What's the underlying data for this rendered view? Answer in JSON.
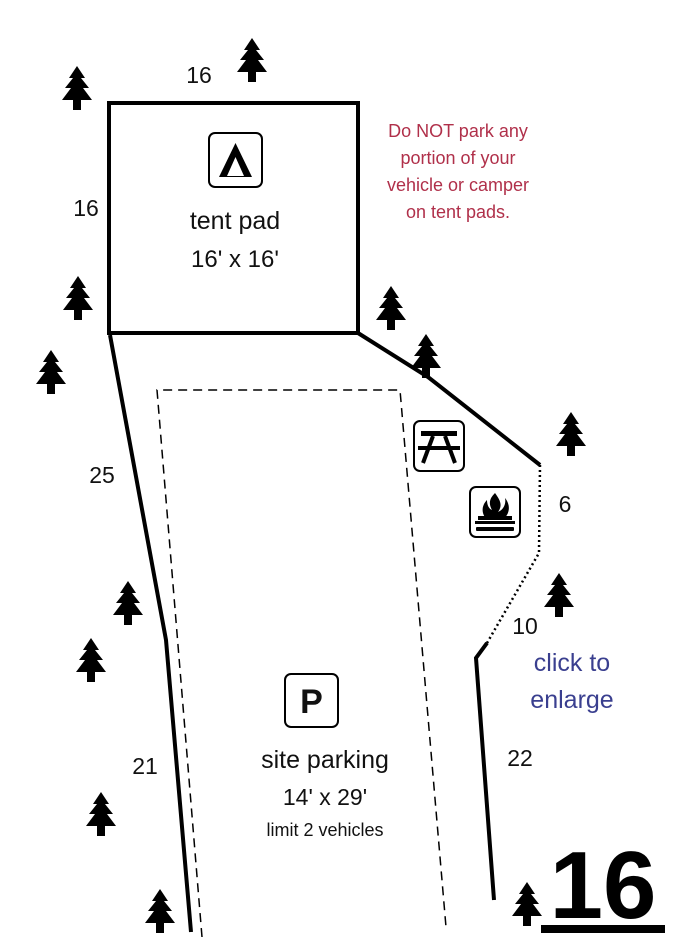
{
  "dimensions": {
    "tent_pad_top": "16",
    "tent_pad_left": "16",
    "left_upper": "25",
    "left_lower": "21",
    "right_fire": "6",
    "right_mid": "10",
    "right_lower": "22"
  },
  "tent_pad": {
    "label": "tent pad",
    "size": "16' x 16'"
  },
  "warning": {
    "line1": "Do NOT park any",
    "line2": "portion of your",
    "line3": "vehicle or camper",
    "line4": "on tent pads."
  },
  "enlarge": {
    "line1": "click to",
    "line2": "enlarge"
  },
  "parking": {
    "icon_letter": "P",
    "label": "site parking",
    "size": "14' x 29'",
    "limit": "limit 2 vehicles"
  },
  "site_number": "16",
  "colors": {
    "warning": "#b0304a",
    "link": "#3a3f8f",
    "line": "#000000"
  },
  "icons": [
    "tent-icon",
    "picnic-table-icon",
    "campfire-icon",
    "parking-icon",
    "tree-icon"
  ]
}
